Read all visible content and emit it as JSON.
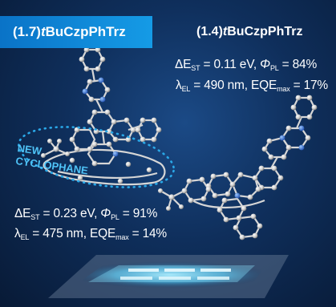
{
  "left_molecule": {
    "name_prefix": "(1.7)",
    "name_italic": "t",
    "name_rest": "BuCzpPhTrz",
    "props": {
      "line1": {
        "delta": "ΔE",
        "sub1": "ST",
        "value1": " = 0.23 eV, ",
        "phi": "Φ",
        "sub2": "PL",
        "value2": " = 91%"
      },
      "line2": {
        "lambda": "λ",
        "sub1": "EL",
        "value1": " = 475 nm, EQE",
        "sub2": "max",
        "value2": " = 14%"
      }
    }
  },
  "right_molecule": {
    "name_prefix": "(1.4)",
    "name_italic": "t",
    "name_rest": "BuCzpPhTrz",
    "props": {
      "line1": {
        "delta": "ΔE",
        "sub1": "ST",
        "value1": " = 0.11 eV, ",
        "phi": "Φ",
        "sub2": "PL",
        "value2": " = 84%"
      },
      "line2": {
        "lambda": "λ",
        "sub1": "EL",
        "value1": " = 490 nm, EQE",
        "sub2": "max",
        "value2": " = 17%"
      }
    }
  },
  "annotation": {
    "line1": "NEW",
    "line2": "CYCLOPHANE"
  },
  "colors": {
    "accent": "#159be6",
    "annotation": "#4fc3f7",
    "background": "#0f2f5c"
  }
}
